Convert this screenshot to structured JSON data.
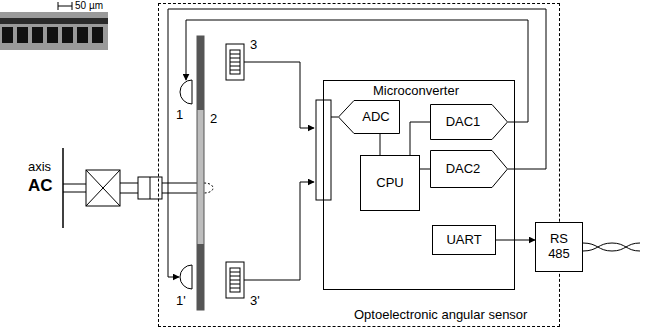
{
  "diagram": {
    "nodes": [
      {
        "text": [
          "Optoelectronic angular sensor"
        ]
      },
      {
        "text": [
          "Microconverter"
        ],
        "in": 0
      },
      {
        "text": [
          "ADC"
        ],
        "in": 1
      },
      {
        "text": [
          "CPU"
        ],
        "in": 1
      },
      {
        "text": [
          "DAC1"
        ],
        "in": 1
      },
      {
        "text": [
          "DAC2"
        ],
        "in": 1
      },
      {
        "text": [
          "UART"
        ],
        "in": 1
      },
      {
        "text": [
          "RS 485"
        ]
      }
    ],
    "edges": [
      {
        "from": 2,
        "to": 3,
        "arrow": "none"
      },
      {
        "from": 3,
        "to": 4,
        "arrow": "none"
      },
      {
        "from": 3,
        "to": 5,
        "arrow": "none"
      },
      {
        "from": 6,
        "to": 7,
        "arrow": "to"
      }
    ],
    "labels": [
      "50 µm",
      "axis",
      "AC",
      "1",
      "1'",
      "2",
      "3",
      "3'"
    ]
  }
}
